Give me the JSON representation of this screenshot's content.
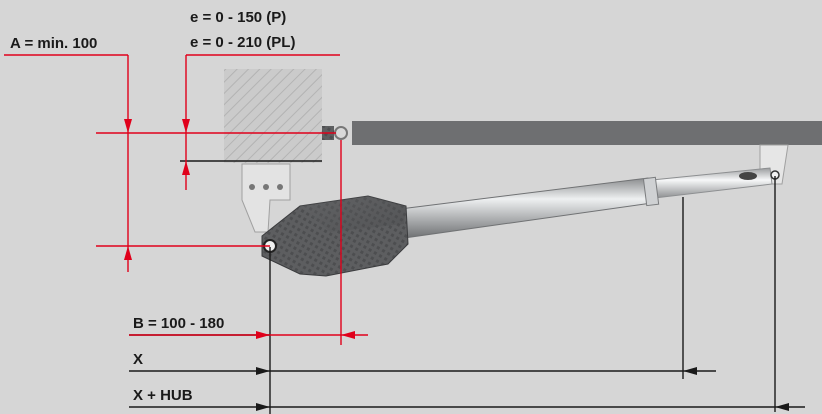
{
  "labels": {
    "a": "A = min. 100",
    "e_p": "e = 0 - 150 (P)",
    "e_pl": "e = 0 - 210 (PL)",
    "b": "B = 100 - 180",
    "x": "X",
    "x_hub": "X + HUB"
  },
  "colors": {
    "background": "#d6d6d6",
    "dimension": "#e0001b",
    "line": "#1a1a1a",
    "gate": "#6e6f71",
    "pillar": "#c4c4c4",
    "motor_body": "#595a5c",
    "tube": "#b8babc"
  },
  "icons": {
    "pillar": "hatched-pillar-icon",
    "gate": "gate-leaf-icon",
    "motor": "motor-housing-icon",
    "piston": "piston-tube-icon",
    "bracket": "bracket-icon"
  }
}
